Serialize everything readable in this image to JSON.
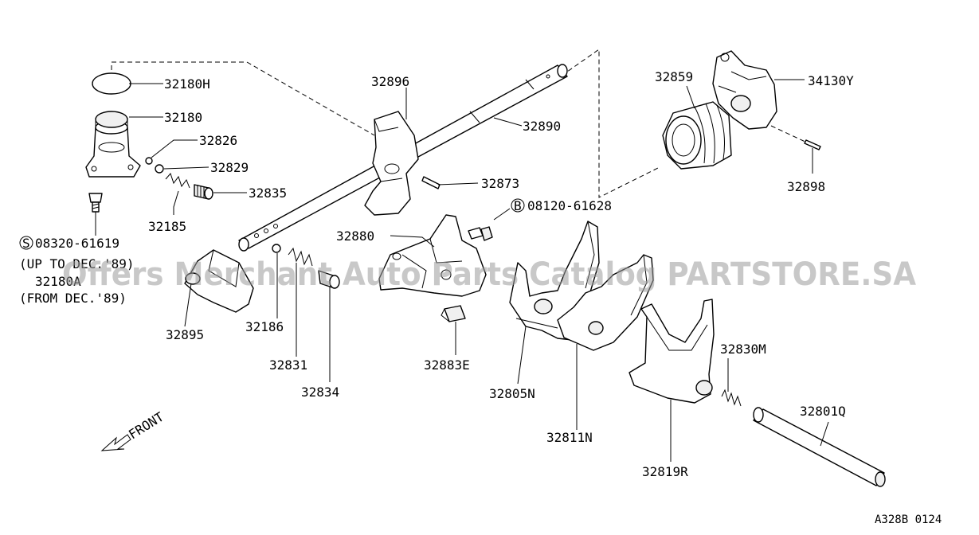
{
  "watermark": "Offers Merchant Auto Parts Catalog PARTSTORE.SA",
  "diagram_code": "A328B 0124",
  "front_label": "FRONT",
  "circle_letters": {
    "s": "S",
    "b": "B"
  },
  "labels": {
    "p32180H": "32180H",
    "p32180": "32180",
    "p32826": "32826",
    "p32829": "32829",
    "p32835": "32835",
    "p32185": "32185",
    "s_bolt": "08320-61619",
    "note_up_to": "(UP TO DEC.'89)",
    "p32180A": "32180A",
    "note_from": "(FROM DEC.'89)",
    "p32895": "32895",
    "p32186": "32186",
    "p32831": "32831",
    "p32834": "32834",
    "p32896": "32896",
    "p32890": "32890",
    "p32873": "32873",
    "p32880": "32880",
    "b_bolt": "08120-61628",
    "p32883E": "32883E",
    "p32805N": "32805N",
    "p32811N": "32811N",
    "p32819R": "32819R",
    "p32830M": "32830M",
    "p32801Q": "32801Q",
    "p32859": "32859",
    "p34130Y": "34130Y",
    "p32898": "32898"
  }
}
